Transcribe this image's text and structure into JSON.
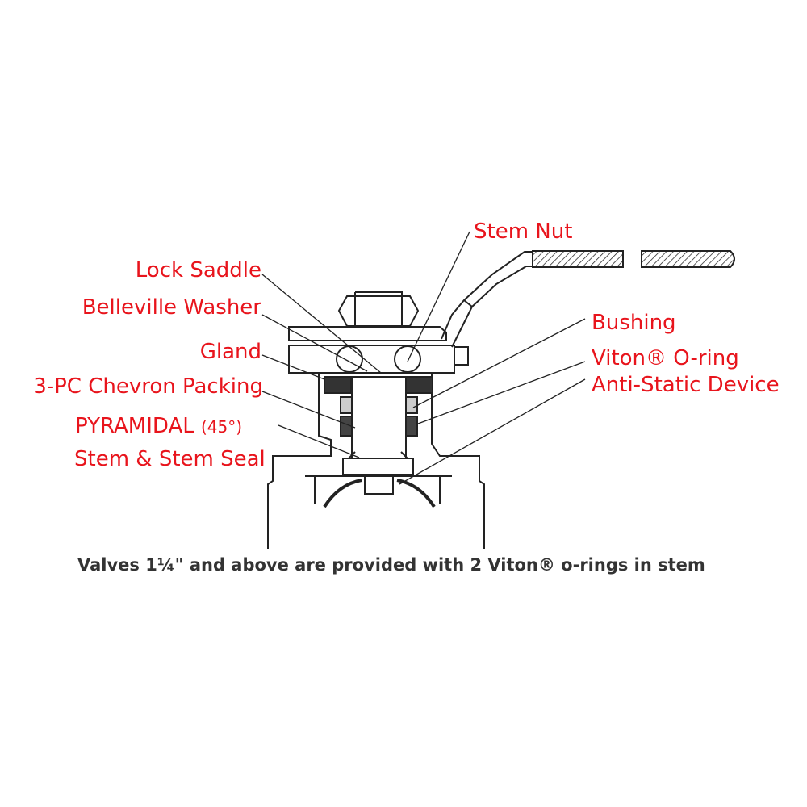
{
  "labels": {
    "stem_nut": "Stem Nut",
    "lock_saddle": "Lock Saddle",
    "belleville_washer": "Belleville Washer",
    "gland": "Gland",
    "chevron_packing": "3-PC Chevron Packing",
    "pyramidal": "PYRAMIDAL",
    "pyramidal_angle": "(45°)",
    "stem_seal": "Stem & Stem Seal",
    "bushing": "Bushing",
    "viton_oring": "Viton® O-ring",
    "anti_static": "Anti-Static Device"
  },
  "caption": "Valves 1¼\" and above are provided with 2 Viton® o-rings in stem",
  "colors": {
    "label": "#e8141c",
    "line": "#222222",
    "caption": "#333333"
  }
}
